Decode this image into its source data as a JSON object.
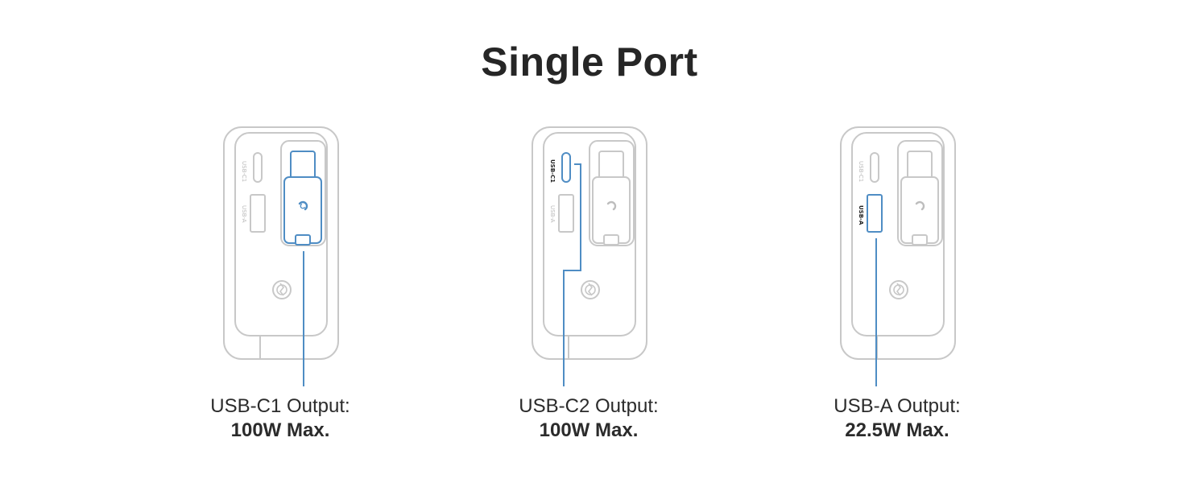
{
  "title": "Single Port",
  "panels": [
    {
      "caption_line1": "USB-C1 Output:",
      "caption_line2": "100W Max.",
      "port_labels": {
        "c1": "USB-C1",
        "a": "USB-A"
      },
      "highlight": "plug"
    },
    {
      "caption_line1": "USB-C2 Output:",
      "caption_line2": "100W Max.",
      "port_labels": {
        "c1": "USB-C1",
        "a": "USB-A"
      },
      "highlight": "usb-c"
    },
    {
      "caption_line1": "USB-A Output:",
      "caption_line2": "22.5W Max.",
      "port_labels": {
        "c1": "USB-C1",
        "a": "USB-A"
      },
      "highlight": "usb-a"
    }
  ],
  "colors": {
    "outline": "#c8c8c8",
    "highlight": "#4f8dc4",
    "text": "#2b2b2b"
  },
  "icons": [
    "swirl-logo-icon",
    "power-cycle-icon"
  ]
}
